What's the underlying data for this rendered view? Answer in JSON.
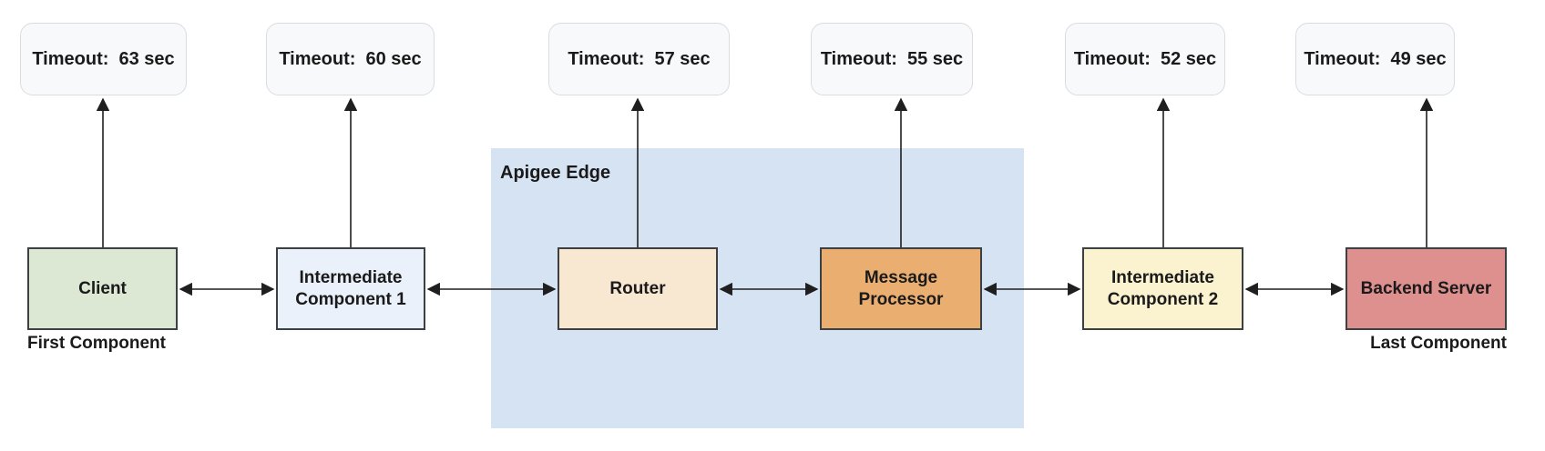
{
  "apigee": {
    "label": "Apigee Edge",
    "fill": "#d6e3f3"
  },
  "colors": {
    "arrow": "#1f1f1f",
    "component_border": "#3c4043",
    "callout_fill": "#f8f9fa",
    "callout_border": "#d9dce1",
    "text": "#1a1a1a"
  },
  "components": [
    {
      "id": "client",
      "label": "Client",
      "timeout": "Timeout:  63 sec",
      "fill": "#dde8d4",
      "sublabel": "First Component"
    },
    {
      "id": "intermediate-component-1",
      "label": "Intermediate Component 1",
      "timeout": "Timeout:  60 sec",
      "fill": "#eaf1fb"
    },
    {
      "id": "router",
      "label": "Router",
      "timeout": "Timeout:  57 sec",
      "fill": "#f8e7d1",
      "inside": "Apigee Edge"
    },
    {
      "id": "message-processor",
      "label": "Message Processor",
      "timeout": "Timeout:  55 sec",
      "fill": "#ebae71",
      "inside": "Apigee Edge"
    },
    {
      "id": "intermediate-component-2",
      "label": "Intermediate Component 2",
      "timeout": "Timeout:  52 sec",
      "fill": "#fbf3d0"
    },
    {
      "id": "backend-server",
      "label": "Backend Server",
      "timeout": "Timeout:  49 sec",
      "fill": "#de908e",
      "sublabel": "Last Component"
    }
  ]
}
